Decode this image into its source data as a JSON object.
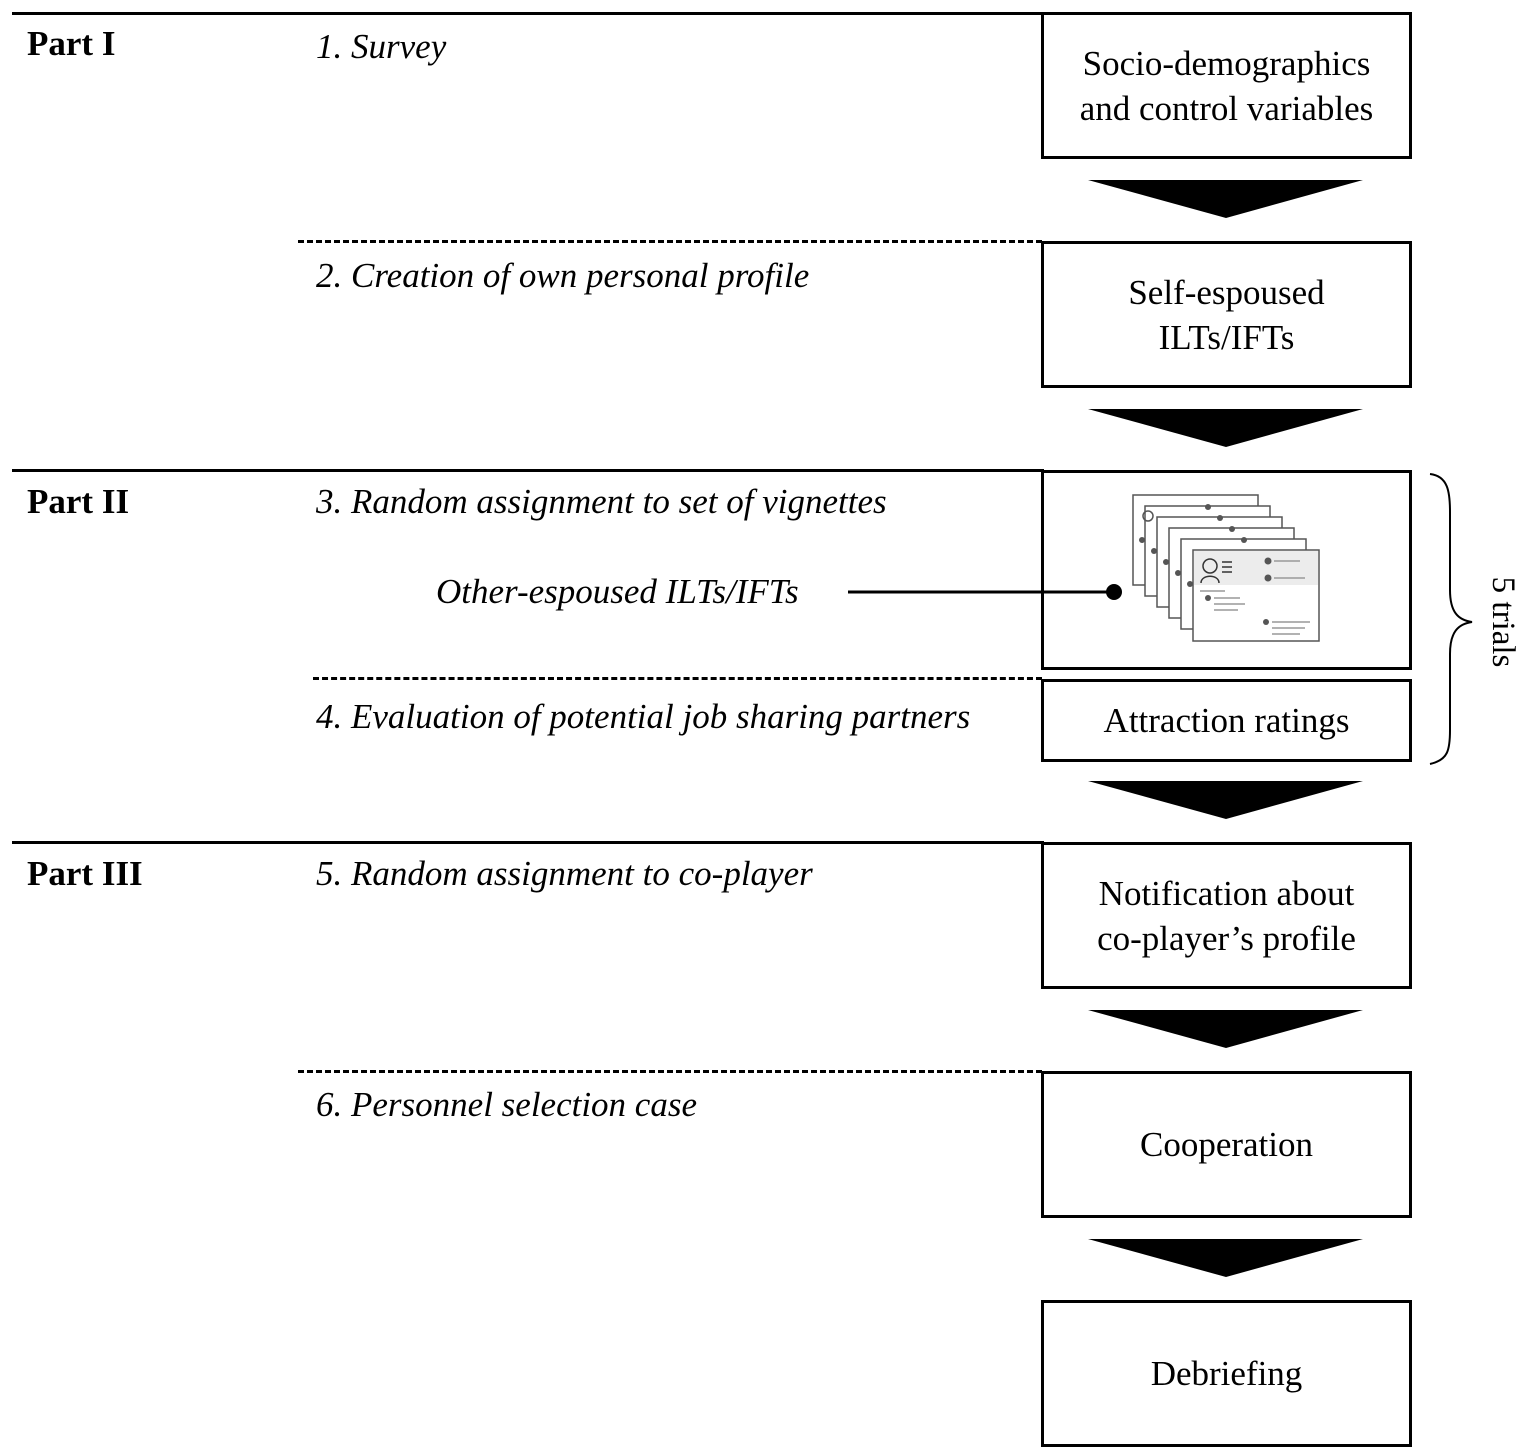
{
  "parts": [
    "Part I",
    "Part II",
    "Part III"
  ],
  "steps": [
    "1. Survey",
    "2. Creation of own personal profile",
    "3. Random assignment to set of vignettes",
    "4. Evaluation of potential job sharing partners",
    "5. Random assignment to co-player",
    "6. Personnel selection case"
  ],
  "boxes": [
    "Socio-demographics and control variables",
    "Self-espoused ILTs/IFTs",
    "Attraction ratings",
    "Notification about co-player’s profile",
    "Cooperation",
    "Debriefing"
  ],
  "other_espoused_label": "Other-espoused ILTs/IFTs",
  "trials_label": "5 trials",
  "vignette_icon": "stacked-profile-cards-icon"
}
